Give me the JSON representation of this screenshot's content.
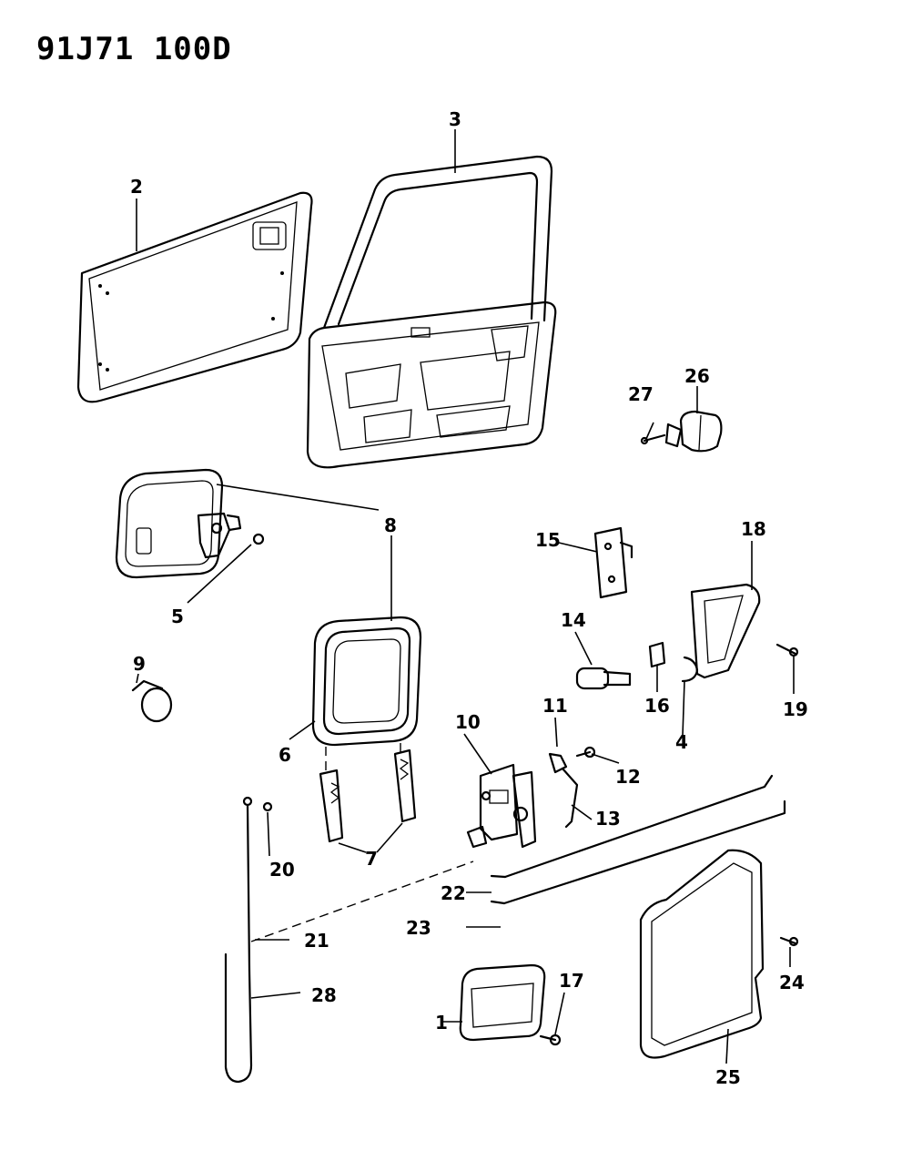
{
  "diagram": {
    "code": "91J71 100D",
    "callouts": [
      "1",
      "2",
      "3",
      "4",
      "5",
      "6",
      "7",
      "8",
      "9",
      "10",
      "11",
      "12",
      "13",
      "14",
      "15",
      "16",
      "17",
      "18",
      "19",
      "20",
      "21",
      "22",
      "23",
      "24",
      "25",
      "26",
      "27",
      "28"
    ],
    "colors": {
      "ink": "#000000",
      "paper": "#ffffff"
    }
  }
}
